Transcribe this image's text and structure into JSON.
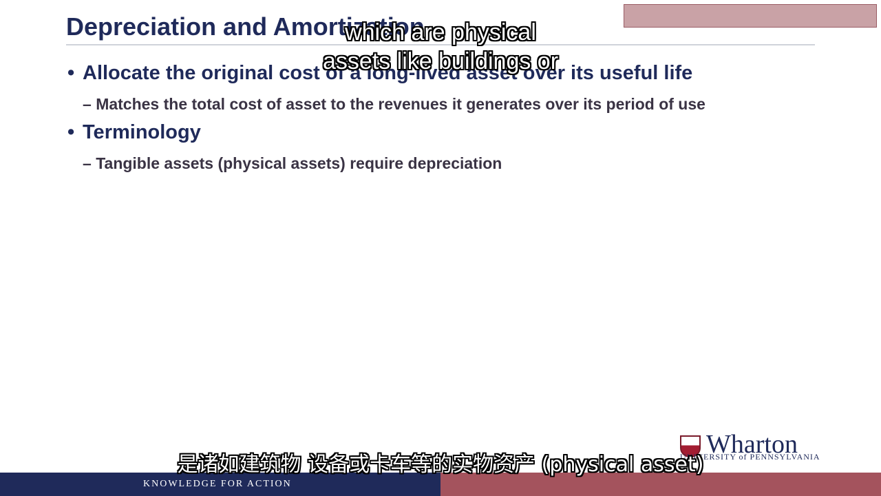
{
  "slide": {
    "title": "Depreciation and Amortization",
    "bullets": [
      {
        "text": "Allocate the original cost of a long-lived asset over its useful life",
        "sub": [
          "Matches the total cost of asset to the revenues it generates over its period of use"
        ]
      },
      {
        "text": "Terminology",
        "sub": [
          "Tangible assets (physical assets) require depreciation"
        ]
      }
    ],
    "bullet_glyph": "•",
    "sub_glyph": "–"
  },
  "subtitles": {
    "english_line1": "which are physical",
    "english_line2": "assets like buildings or",
    "chinese": "是诸如建筑物 设备或卡车等的实物资产 (physical asset)"
  },
  "logo": {
    "name": "Wharton",
    "subtitle": "UNIVERSITY of PENNSYLVANIA",
    "icon": "penn-shield-icon"
  },
  "footer": {
    "tagline": "KNOWLEDGE FOR ACTION"
  },
  "colors": {
    "navy": "#1f2a5a",
    "maroon": "#a4535d",
    "header_block": "#c9a2a6"
  }
}
